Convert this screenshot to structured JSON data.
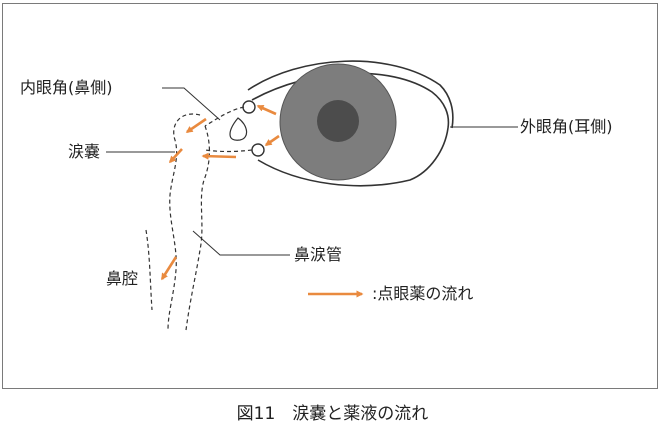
{
  "labels": {
    "inner_canthus": "内眼角(鼻側)",
    "outer_canthus": "外眼角(耳側)",
    "lacrimal_sac": "涙嚢",
    "nasolacrimal_duct": "鼻涙管",
    "nasal_cavity": "鼻腔"
  },
  "legend": {
    "text": ":点眼薬の流れ"
  },
  "caption": "図11　涙嚢と薬液の流れ",
  "colors": {
    "arrow": "#e98a3f",
    "iris": "#7d7d7d",
    "pupil": "#4c4c4c",
    "line": "#333333"
  }
}
